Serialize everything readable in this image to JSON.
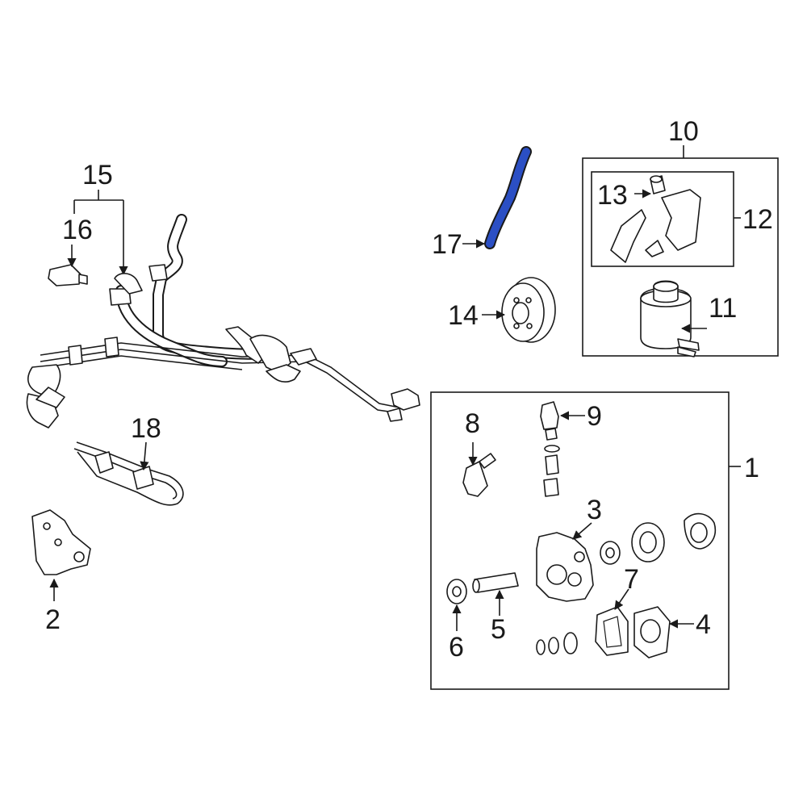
{
  "highlight_color": "#2b4fc4",
  "callouts": {
    "c1": "1",
    "c2": "2",
    "c3": "3",
    "c4": "4",
    "c5": "5",
    "c6": "6",
    "c7": "7",
    "c8": "8",
    "c9": "9",
    "c10": "10",
    "c11": "11",
    "c12": "12",
    "c13": "13",
    "c14": "14",
    "c15": "15",
    "c16": "16",
    "c17": "17",
    "c18": "18"
  }
}
